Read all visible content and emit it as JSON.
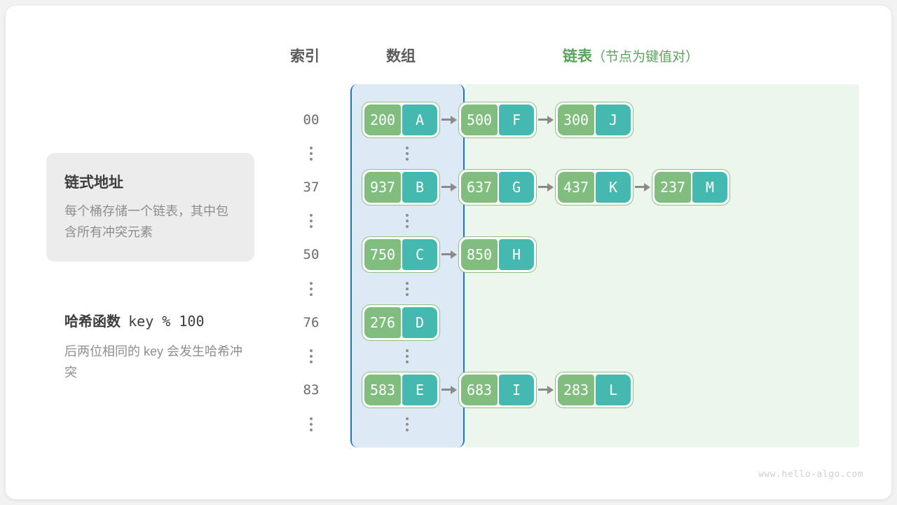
{
  "headers": {
    "index": "索引",
    "array": "数组",
    "list": "链表",
    "list_note": "（节点为键值对）"
  },
  "info_card": {
    "title": "链式地址",
    "description": "每个桶存储一个链表，其中包含所有冲突元素"
  },
  "hash_note": {
    "title_label": "哈希函数",
    "title_formula": "key % 100",
    "description": "后两位相同的 key 会发生哈希冲突"
  },
  "watermark": "www.hello-algo.com",
  "colors": {
    "key_cell": "#80bd7f",
    "value_cell": "#45b8b0",
    "array_panel_bg": "#ddeaf6",
    "array_panel_border": "#1a76c8",
    "list_panel_bg": "#edf6ed",
    "list_header": "#5ba35c",
    "arrow": "#8a8a8a"
  },
  "buckets": [
    {
      "index": "00",
      "nodes": [
        {
          "key": "200",
          "value": "A"
        },
        {
          "key": "500",
          "value": "F"
        },
        {
          "key": "300",
          "value": "J"
        }
      ]
    },
    {
      "index": "37",
      "nodes": [
        {
          "key": "937",
          "value": "B"
        },
        {
          "key": "637",
          "value": "G"
        },
        {
          "key": "437",
          "value": "K"
        },
        {
          "key": "237",
          "value": "M"
        }
      ]
    },
    {
      "index": "50",
      "nodes": [
        {
          "key": "750",
          "value": "C"
        },
        {
          "key": "850",
          "value": "H"
        }
      ]
    },
    {
      "index": "76",
      "nodes": [
        {
          "key": "276",
          "value": "D"
        }
      ]
    },
    {
      "index": "83",
      "nodes": [
        {
          "key": "583",
          "value": "E"
        },
        {
          "key": "683",
          "value": "I"
        },
        {
          "key": "283",
          "value": "L"
        }
      ]
    }
  ]
}
